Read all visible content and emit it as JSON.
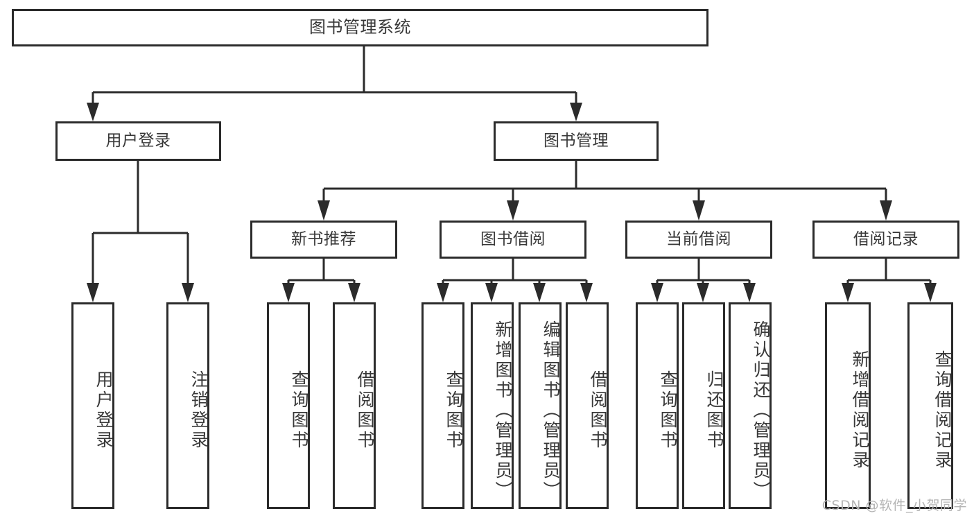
{
  "diagram": {
    "type": "tree-hierarchy-chart",
    "title": "图书管理系统",
    "stroke_color": "#2b2b2b",
    "text_color": "#383838",
    "background_color": "#ffffff",
    "root": {
      "id": "root",
      "label": "图书管理系统",
      "orientation": "horizontal"
    },
    "level1": [
      {
        "id": "user-login",
        "label": "用户登录",
        "orientation": "horizontal"
      },
      {
        "id": "book-manage",
        "label": "图书管理",
        "orientation": "horizontal"
      }
    ],
    "level2": [
      {
        "id": "new-book-recommend",
        "label": "新书推荐",
        "orientation": "horizontal",
        "parent": "book-manage"
      },
      {
        "id": "book-borrow",
        "label": "图书借阅",
        "orientation": "horizontal",
        "parent": "book-manage"
      },
      {
        "id": "current-borrow",
        "label": "当前借阅",
        "orientation": "horizontal",
        "parent": "book-manage"
      },
      {
        "id": "borrow-record",
        "label": "借阅记录",
        "orientation": "horizontal",
        "parent": "book-manage"
      }
    ],
    "leaves": [
      {
        "id": "leaf-user-login",
        "label": "用户登录",
        "parent": "user-login"
      },
      {
        "id": "leaf-logout-login",
        "label": "注销登录",
        "parent": "user-login"
      },
      {
        "id": "leaf-query-book-1",
        "label": "查询图书",
        "parent": "new-book-recommend"
      },
      {
        "id": "leaf-borrow-book-1",
        "label": "借阅图书",
        "parent": "new-book-recommend"
      },
      {
        "id": "leaf-query-book-2",
        "label": "查询图书",
        "parent": "book-borrow"
      },
      {
        "id": "leaf-add-book-admin",
        "label": "新增图书（管理员）",
        "parent": "book-borrow"
      },
      {
        "id": "leaf-edit-book-admin",
        "label": "编辑图书（管理员）",
        "parent": "book-borrow"
      },
      {
        "id": "leaf-borrow-book-2",
        "label": "借阅图书",
        "parent": "book-borrow"
      },
      {
        "id": "leaf-query-book-3",
        "label": "查询图书",
        "parent": "current-borrow"
      },
      {
        "id": "leaf-return-book",
        "label": "归还图书",
        "parent": "current-borrow"
      },
      {
        "id": "leaf-confirm-return",
        "label": "确认归还（管理员）",
        "parent": "current-borrow"
      },
      {
        "id": "leaf-add-record",
        "label": "新增借阅记录",
        "parent": "borrow-record"
      },
      {
        "id": "leaf-query-record",
        "label": "查询借阅记录",
        "parent": "borrow-record"
      }
    ]
  },
  "watermark": {
    "text": "CSDN @软件_小贺同学"
  }
}
